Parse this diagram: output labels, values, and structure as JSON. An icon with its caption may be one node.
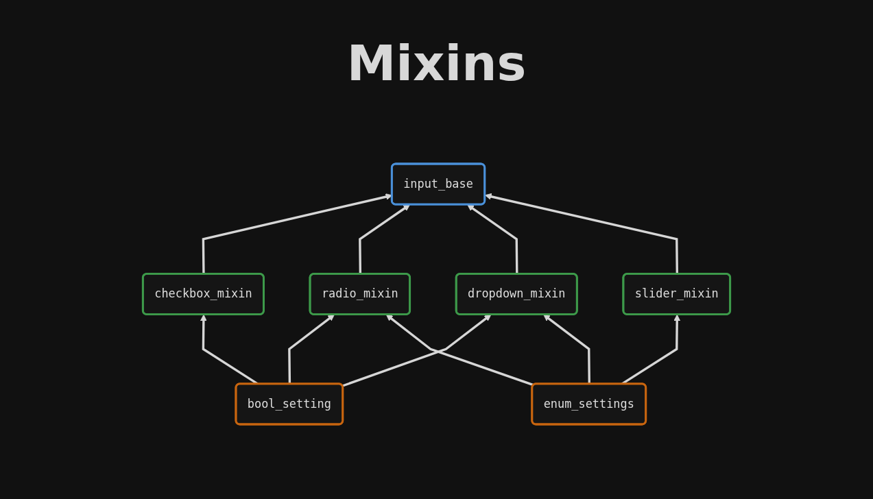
{
  "diagram": {
    "title": "Mixins",
    "nodes": [
      {
        "text": [
          "input_base"
        ]
      },
      {
        "text": [
          "checkbox_mixin"
        ]
      },
      {
        "text": [
          "radio_mixin"
        ]
      },
      {
        "text": [
          "dropdown_mixin"
        ]
      },
      {
        "text": [
          "slider_mixin"
        ]
      },
      {
        "text": [
          "bool_setting"
        ]
      },
      {
        "text": [
          "enum_settings"
        ]
      }
    ],
    "edges": [
      {
        "from": 1,
        "to": 0,
        "arrow": "to"
      },
      {
        "from": 2,
        "to": 0,
        "arrow": "to"
      },
      {
        "from": 3,
        "to": 0,
        "arrow": "to"
      },
      {
        "from": 4,
        "to": 0,
        "arrow": "to"
      },
      {
        "from": 5,
        "to": 1,
        "arrow": "to"
      },
      {
        "from": 5,
        "to": 2,
        "arrow": "to"
      },
      {
        "from": 5,
        "to": 3,
        "arrow": "to"
      },
      {
        "from": 6,
        "to": 2,
        "arrow": "to"
      },
      {
        "from": 6,
        "to": 3,
        "arrow": "to"
      },
      {
        "from": 6,
        "to": 4,
        "arrow": "to"
      }
    ]
  }
}
